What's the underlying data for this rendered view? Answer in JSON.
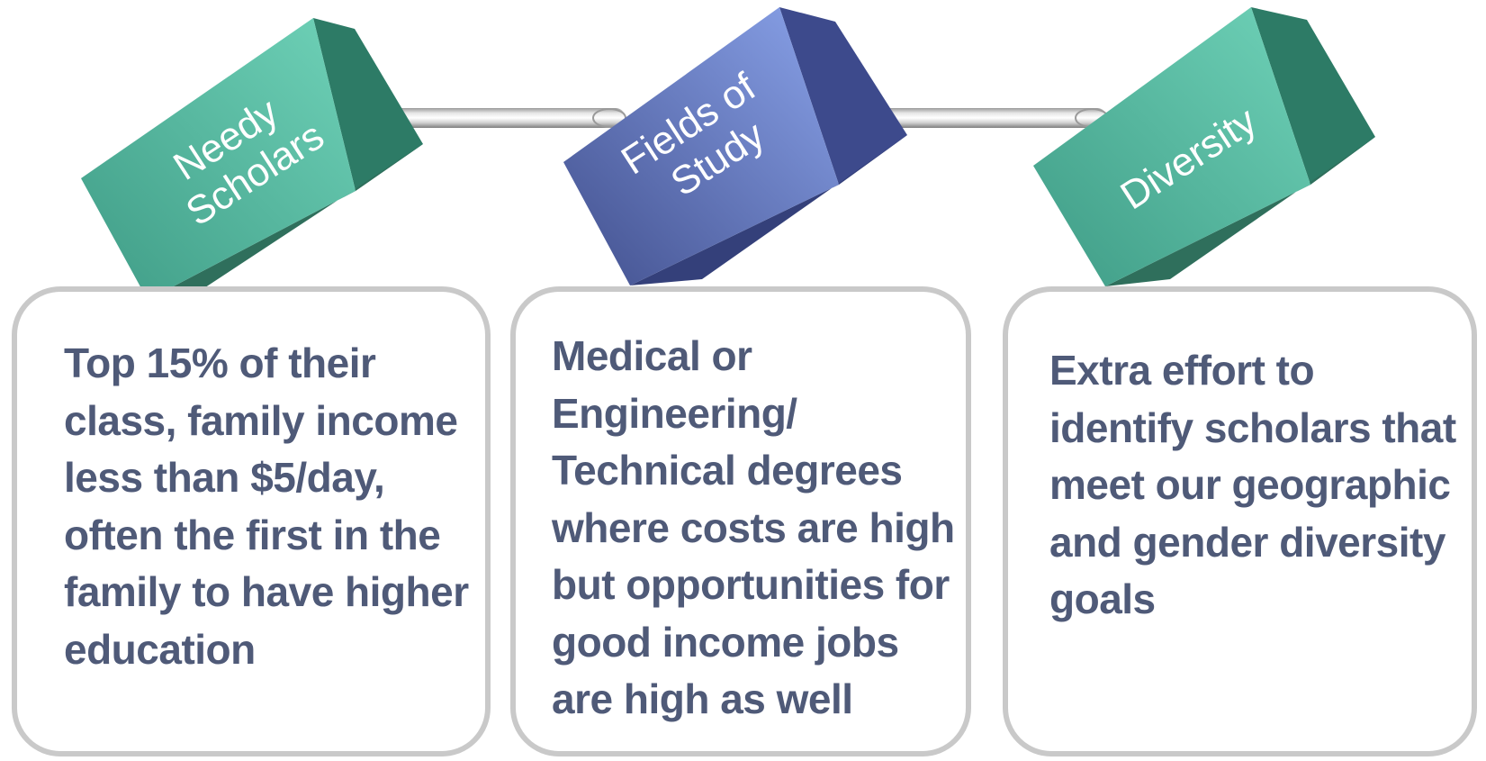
{
  "colors": {
    "teal_block": "#58c0a6",
    "blue_block": "#6d86d3",
    "connector": "#d6d6d6",
    "card_border": "#c9c9c9",
    "card_text": "#4f5a78"
  },
  "blocks": [
    {
      "label_lines": [
        "Needy",
        "Scholars"
      ],
      "color": "teal"
    },
    {
      "label_lines": [
        "Fields of",
        "Study"
      ],
      "color": "blue"
    },
    {
      "label_lines": [
        "Diversity"
      ],
      "color": "teal"
    }
  ],
  "cards": [
    {
      "lines": [
        "Top 15% of their",
        "class, family income",
        "less than $5/day,",
        "often the first in the",
        "family to have higher",
        "education"
      ]
    },
    {
      "lines": [
        "Medical or",
        "Engineering/",
        "Technical degrees",
        "where costs are high",
        "but opportunities for",
        "good income jobs",
        "are high as well"
      ]
    },
    {
      "lines": [
        "Extra effort to",
        "identify scholars that",
        "meet our geographic",
        "and gender diversity",
        "goals"
      ]
    }
  ]
}
